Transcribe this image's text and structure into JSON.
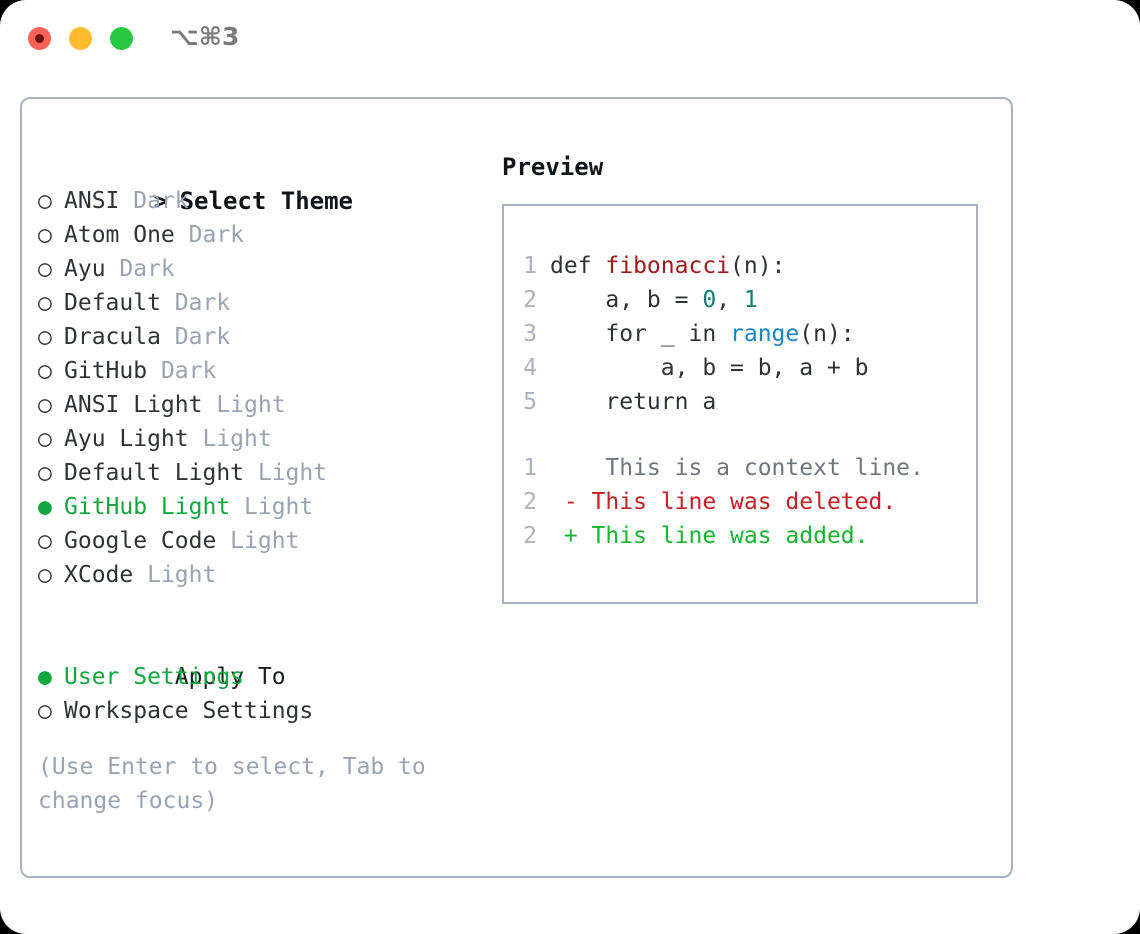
{
  "titlebar": {
    "shortcut": "⌥⌘3",
    "buttons": [
      {
        "name": "close",
        "color": "#ff6159"
      },
      {
        "name": "minimize",
        "color": "#ffbd2e"
      },
      {
        "name": "maximize",
        "color": "#28c840"
      }
    ]
  },
  "theme_list": {
    "header_marker": ">",
    "header": "Select Theme",
    "marker_unselected": "○",
    "marker_selected": "●",
    "items": [
      {
        "name": "ANSI",
        "kind": "Dark",
        "selected": false
      },
      {
        "name": "Atom One",
        "kind": "Dark",
        "selected": false
      },
      {
        "name": "Ayu",
        "kind": "Dark",
        "selected": false
      },
      {
        "name": "Default",
        "kind": "Dark",
        "selected": false
      },
      {
        "name": "Dracula",
        "kind": "Dark",
        "selected": false
      },
      {
        "name": "GitHub",
        "kind": "Dark",
        "selected": false
      },
      {
        "name": "ANSI Light",
        "kind": "Light",
        "selected": false
      },
      {
        "name": "Ayu Light",
        "kind": "Light",
        "selected": false
      },
      {
        "name": "Default Light",
        "kind": "Light",
        "selected": false
      },
      {
        "name": "GitHub Light",
        "kind": "Light",
        "selected": true
      },
      {
        "name": "Google Code",
        "kind": "Light",
        "selected": false
      },
      {
        "name": "XCode",
        "kind": "Light",
        "selected": false
      }
    ]
  },
  "apply_to": {
    "header": "Apply To",
    "items": [
      {
        "name": "User Settings",
        "selected": true
      },
      {
        "name": "Workspace Settings",
        "selected": false
      }
    ]
  },
  "hint": "(Use Enter to select, Tab to change focus)",
  "preview": {
    "title": "Preview",
    "code_lines": [
      {
        "no": "1",
        "parts": [
          {
            "text": "def ",
            "tok": "plain"
          },
          {
            "text": "fibonacci",
            "tok": "fn"
          },
          {
            "text": "(n):",
            "tok": "plain"
          }
        ]
      },
      {
        "no": "2",
        "parts": [
          {
            "text": "    a, b = ",
            "tok": "plain"
          },
          {
            "text": "0",
            "tok": "num"
          },
          {
            "text": ", ",
            "tok": "plain"
          },
          {
            "text": "1",
            "tok": "num"
          }
        ]
      },
      {
        "no": "3",
        "parts": [
          {
            "text": "    for _ in ",
            "tok": "plain"
          },
          {
            "text": "range",
            "tok": "call"
          },
          {
            "text": "(n):",
            "tok": "plain"
          }
        ]
      },
      {
        "no": "4",
        "parts": [
          {
            "text": "        a, b = b, a + b",
            "tok": "plain"
          }
        ]
      },
      {
        "no": "5",
        "parts": [
          {
            "text": "    return a",
            "tok": "plain"
          }
        ]
      }
    ],
    "diff_lines": [
      {
        "no": "1",
        "sign": " ",
        "text": "  This is a context line.",
        "kind": "context"
      },
      {
        "no": "2",
        "sign": "-",
        "text": " This line was deleted.",
        "kind": "del"
      },
      {
        "no": "2",
        "sign": "+",
        "text": " This line was added.",
        "kind": "add"
      }
    ]
  },
  "colors": {
    "selected_green": "#11a73e",
    "muted_gray": "#9aa3b2",
    "border": "#aab2c0",
    "diff_add": "#17b430",
    "diff_del": "#c62024",
    "token_fn": "#a3191b",
    "token_num": "#0f7b72",
    "token_call": "#1b84c4"
  }
}
